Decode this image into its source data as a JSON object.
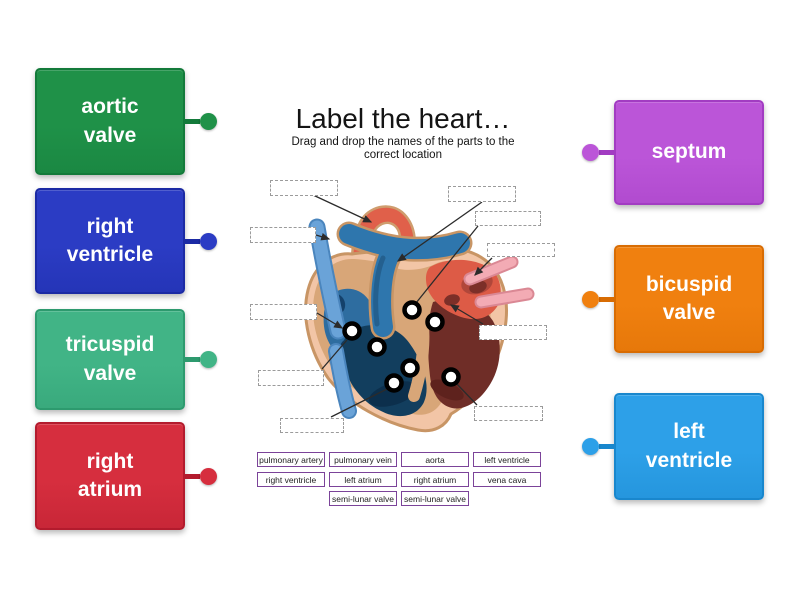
{
  "header": {
    "title": "Label the heart…",
    "subtitle": "Drag and drop the names of the parts to the correct location"
  },
  "left_labels": [
    {
      "text": "aortic valve",
      "color": "#1f9148",
      "dark": "#137a3a"
    },
    {
      "text": "right ventricle",
      "color": "#2b3cc4",
      "dark": "#1b2aa4"
    },
    {
      "text": "tricuspid valve",
      "color": "#41b486",
      "dark": "#2d9a6e"
    },
    {
      "text": "right atrium",
      "color": "#d62e3e",
      "dark": "#b31b2d"
    }
  ],
  "right_labels": [
    {
      "text": "septum",
      "color": "#bb55d8",
      "dark": "#a23cc2"
    },
    {
      "text": "bicuspid valve",
      "color": "#f0800f",
      "dark": "#d86c03"
    },
    {
      "text": "left ventricle",
      "color": "#2da0e8",
      "dark": "#1987cd"
    }
  ],
  "word_bank": {
    "border_color": "#7b4399",
    "rows": [
      [
        "pulmonary artery",
        "pulmonary vein",
        "aorta",
        "left ventricle"
      ],
      [
        "right ventricle",
        "left atrium",
        "right atrium",
        "vena cava"
      ],
      [
        "semi-lunar valve",
        "semi-lunar valve"
      ]
    ]
  },
  "diagram": {
    "answer_slot_count": 10,
    "drop_point_count": 7
  }
}
